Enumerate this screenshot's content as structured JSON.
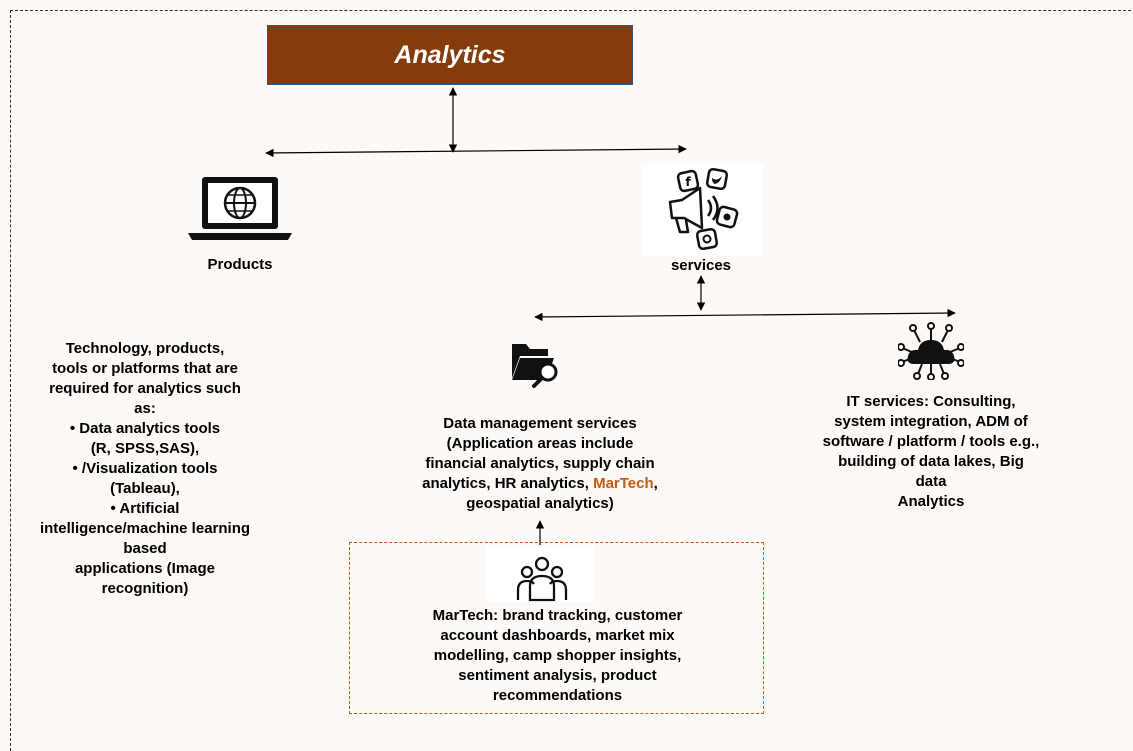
{
  "title": "Analytics",
  "products": {
    "label": "Products",
    "description": [
      "Technology, products,",
      "tools or platforms that are",
      "required for analytics such",
      "as:",
      "• Data analytics tools",
      "(R, SPSS,SAS),",
      "• /Visualization tools",
      "(Tableau),",
      "• Artificial",
      "intelligence/machine learning",
      "based",
      "applications (Image",
      "recognition)"
    ]
  },
  "services": {
    "label": "services"
  },
  "data_management": {
    "lines": [
      "Data management services",
      "(Application areas include",
      "financial analytics, supply chain"
    ],
    "line4_prefix": "analytics, HR analytics, ",
    "line4_highlight": "MarTech",
    "line4_suffix": ",",
    "line5": "geospatial analytics)"
  },
  "it_services": {
    "lines": [
      "IT services: Consulting,",
      "system integration, ADM of",
      "software / platform / tools e.g.,",
      "building of data lakes, Big",
      "data",
      "Analytics"
    ]
  },
  "martech": {
    "lines": [
      "MarTech: brand tracking, customer",
      "account dashboards, market mix",
      "modelling, camp shopper insights,",
      "sentiment analysis, product",
      "recommendations"
    ]
  },
  "colors": {
    "title_bg": "#843c0c",
    "accent": "#c55a11",
    "background": "#fcf9f6"
  },
  "icons": [
    "laptop-globe-icon",
    "social-media-megaphone-icon",
    "folder-search-icon",
    "cloud-network-icon",
    "people-group-icon"
  ]
}
